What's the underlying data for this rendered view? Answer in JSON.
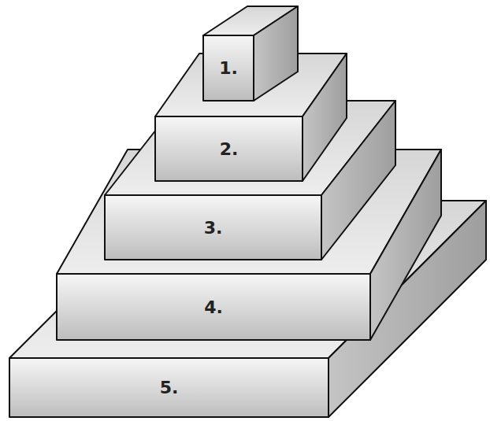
{
  "diagram": {
    "nodes": [
      {
        "text": [
          "1."
        ]
      },
      {
        "text": [
          "2."
        ]
      },
      {
        "text": [
          "3."
        ]
      },
      {
        "text": [
          "4."
        ]
      },
      {
        "text": [
          "5."
        ]
      }
    ]
  }
}
